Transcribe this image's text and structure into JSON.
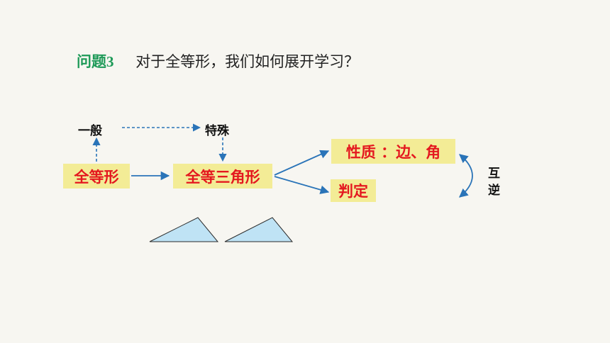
{
  "question": {
    "label": "问题3",
    "text": "对于全等形，我们如何展开学习？"
  },
  "diagram": {
    "general": "一般",
    "special": "特殊",
    "congruent_figures": "全等形",
    "congruent_triangles": "全等三角形",
    "properties": "性质 ：边、角",
    "criteria": "判定",
    "mutual_inverse_1": "互",
    "mutual_inverse_2": "逆"
  },
  "colors": {
    "highlight_bg": "#f3ec96",
    "highlight_text": "#e4181f",
    "arrow": "#2a74b8",
    "triangle_fill": "#bfe3f5",
    "title_green": "#1e9a58"
  }
}
